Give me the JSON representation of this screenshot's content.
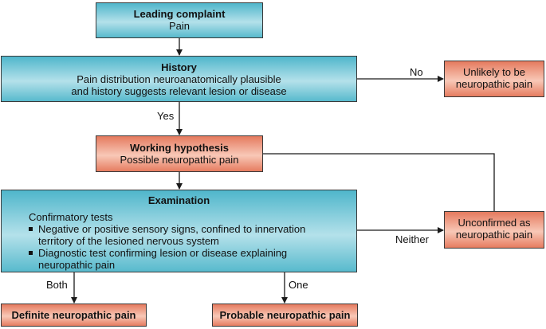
{
  "leading": {
    "title": "Leading complaint",
    "text": "Pain"
  },
  "history": {
    "title": "History",
    "line1": "Pain distribution neuroanatomically plausible",
    "line2": "and history suggests relevant lesion or disease"
  },
  "unlikely": {
    "line1": "Unlikely to be",
    "line2": "neuropathic pain"
  },
  "working": {
    "title": "Working hypothesis",
    "text": "Possible neuropathic pain"
  },
  "examination": {
    "title": "Examination",
    "subtitle": "Confirmatory tests",
    "bullets": [
      {
        "line1": "Negative or positive sensory signs, confined to innervation",
        "line2": "territory of the lesioned nervous system"
      },
      {
        "line1": "Diagnostic test confirming lesion or disease explaining",
        "line2": "neuropathic pain"
      }
    ]
  },
  "unconfirmed": {
    "line1": "Unconfirmed as",
    "line2": "neuropathic pain"
  },
  "definite": {
    "text": "Definite neuropathic pain"
  },
  "probable": {
    "text": "Probable neuropathic pain"
  },
  "labels": {
    "no": "No",
    "yes": "Yes",
    "neither": "Neither",
    "both": "Both",
    "one": "One"
  },
  "colors": {
    "blue_box": "#4fb6cb",
    "salmon_box": "#e57a5e",
    "line": "#1a1a1a"
  }
}
